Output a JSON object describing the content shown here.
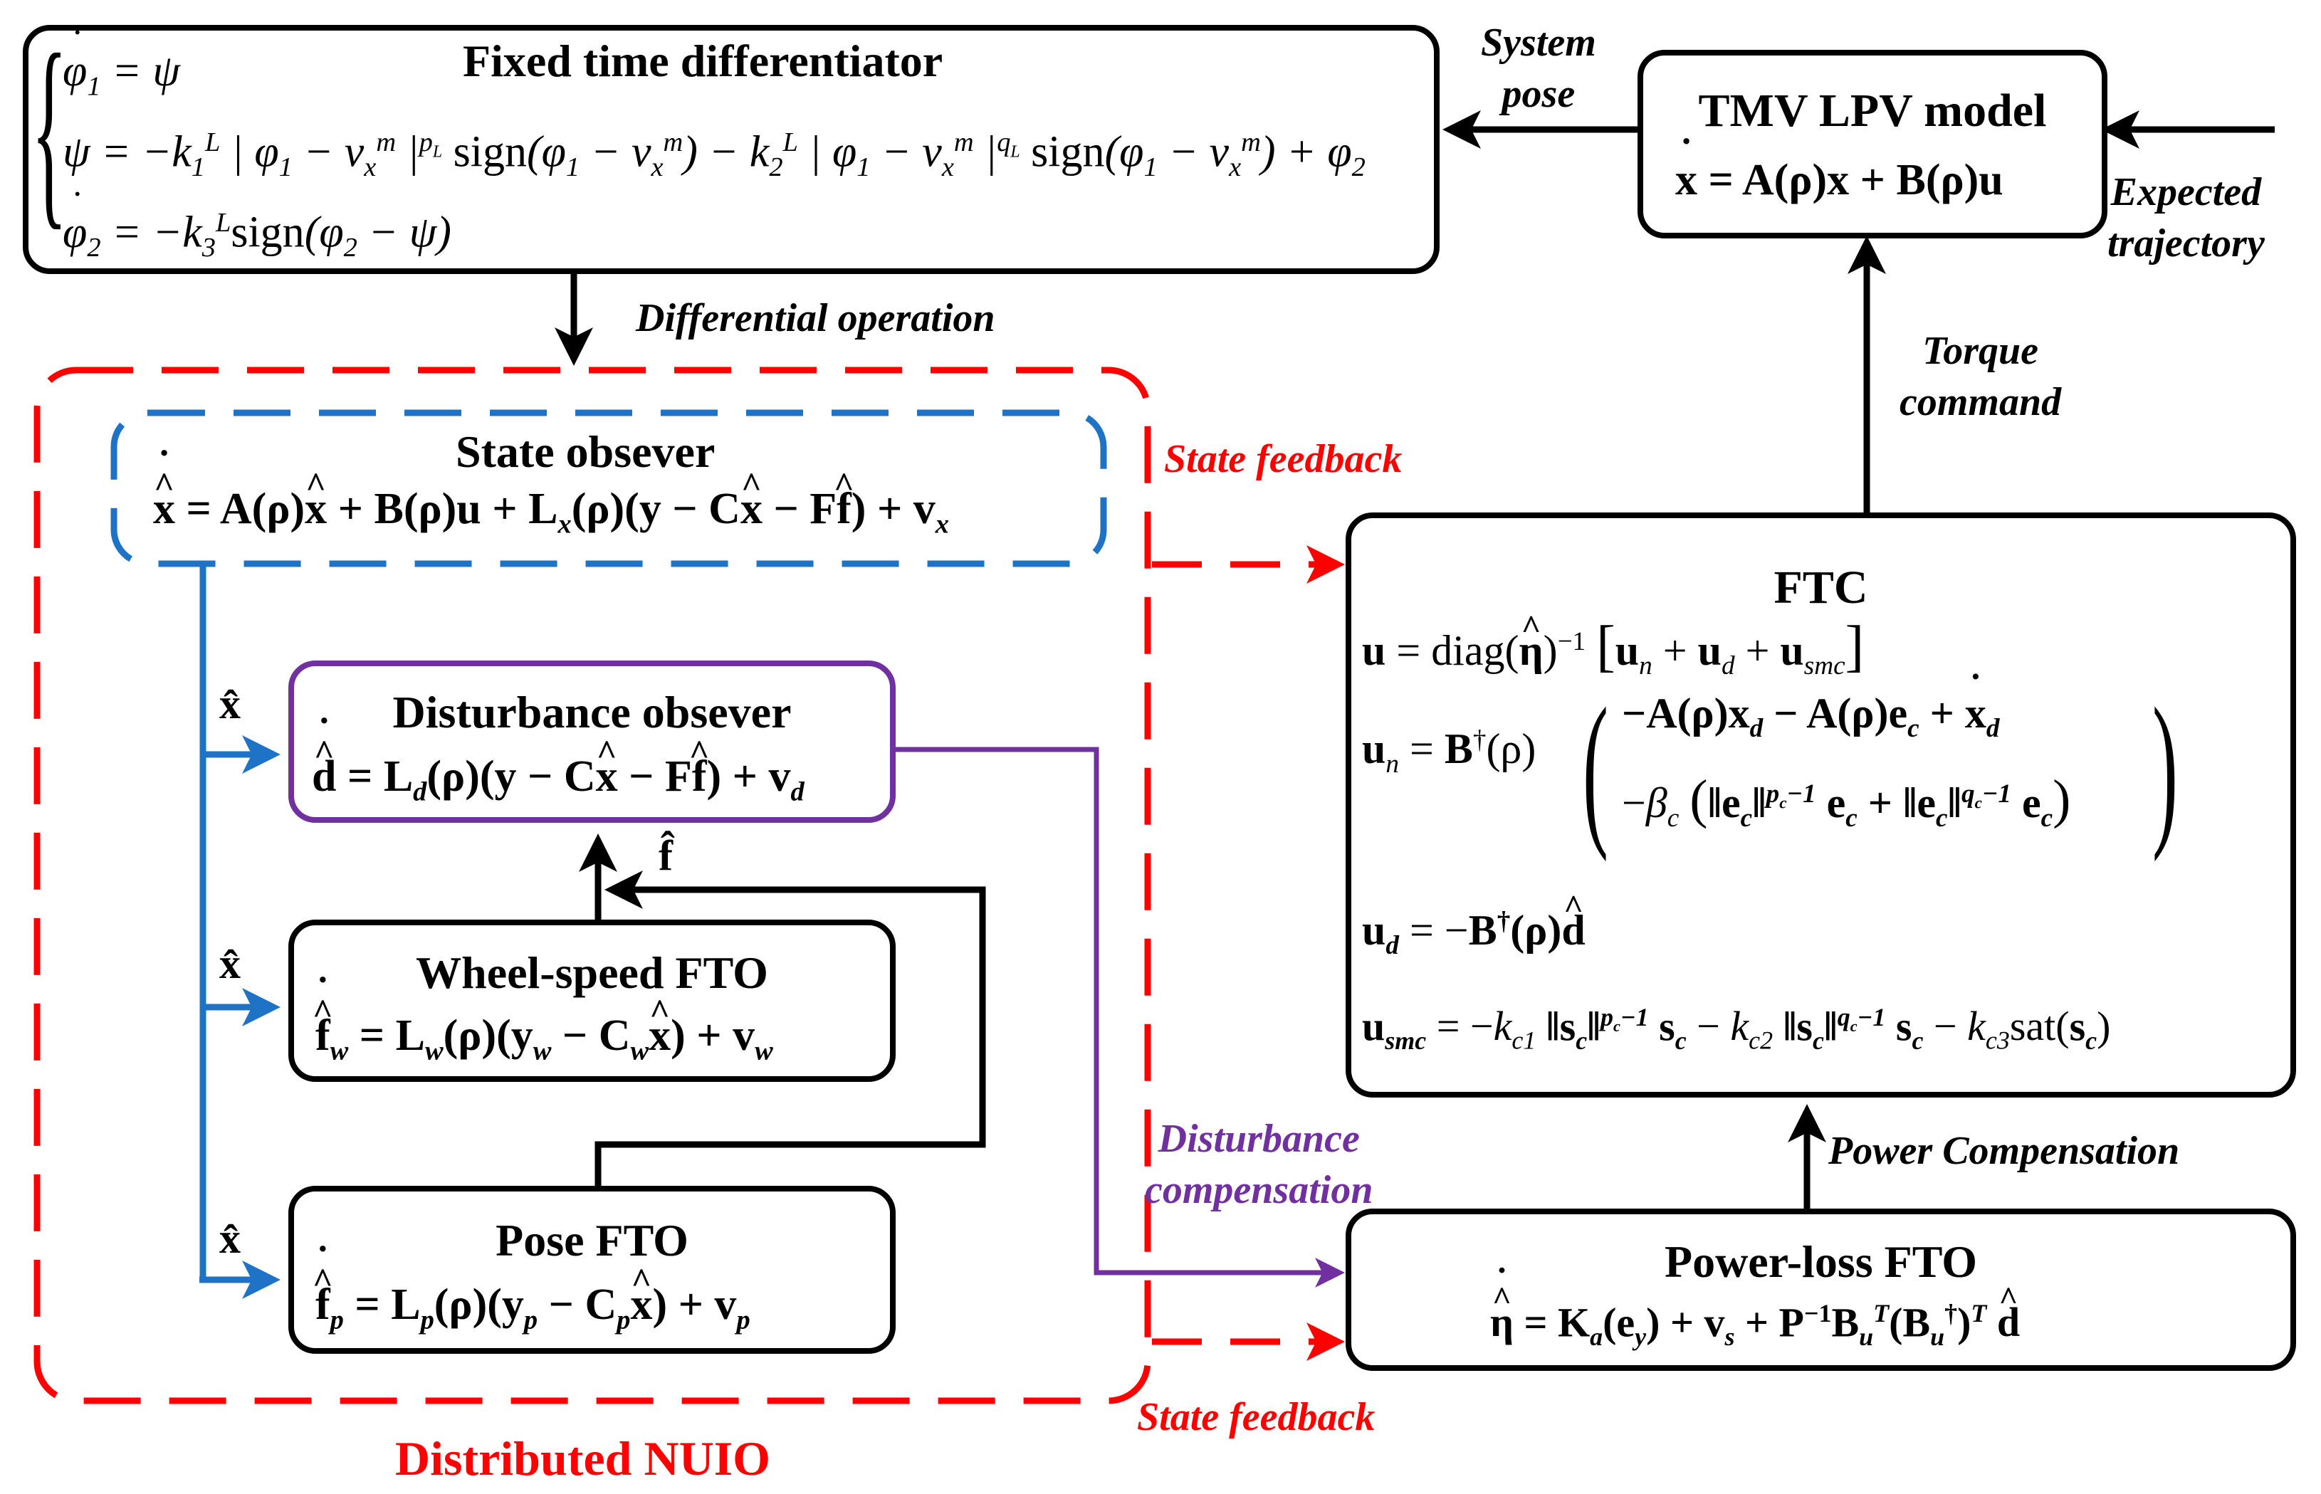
{
  "colors": {
    "black": "#000000",
    "red": "#ff0000",
    "blue": "#1f73c6",
    "purple": "#7030a0"
  },
  "differentiator": {
    "title": "Fixed time differentiator",
    "eq1": "φ̇₁ = ψ",
    "eq2": "ψ = −k₁ᴸ |φ₁ − vₓᵐ|^pL sign(φ₁ − vₓᵐ) − k₂ᴸ |φ₁ − vₓᵐ|^qL sign(φ₁ − vₓᵐ) + φ₂",
    "eq3": "φ̇₂ = −k₃ᴸ sign(φ₂ − ψ)"
  },
  "lpv_model": {
    "title": "TMV LPV model",
    "equation": "ẋ = A(ρ)x + B(ρ)u"
  },
  "labels": {
    "system_pose": "System\npose",
    "expected_trajectory": "Expected\ntrajectory",
    "differential_operation": "Differential operation",
    "torque_command": "Torque\ncommand",
    "state_feedback_top": "State feedback",
    "state_feedback_bottom": "State feedback",
    "disturbance_compensation": "Disturbance\ncompensation",
    "power_compensation": "Power Compensation",
    "distributed_nuio": "Distributed NUIO",
    "xhat_1": "x̂",
    "xhat_2": "x̂",
    "xhat_3": "x̂",
    "fhat": "f̂"
  },
  "state_observer": {
    "title": "State obsever",
    "equation": "x̂̇ = A(ρ)x̂ + B(ρ)u + Lₓ(ρ)(y − Cx̂ − Ff̂) + vₓ"
  },
  "disturbance_observer": {
    "title": "Disturbance obsever",
    "equation": "d̂̇ = L_d(ρ)(y − Cx̂ − Ff̂) + v_d"
  },
  "wheel_speed_fto": {
    "title": "Wheel-speed FTO",
    "equation": "f̂̇_w = L_w(ρ)(y_w − C_w x̂) + v_w"
  },
  "pose_fto": {
    "title": "Pose FTO",
    "equation": "f̂̇_p = L_p(ρ)(y_p − C_p x̂) + v_p"
  },
  "ftc": {
    "title": "FTC",
    "eq_u": "u = diag(η̂)⁻¹ [uₙ + u_d + u_smc]",
    "eq_un": "uₙ = B†(ρ) ( −A(ρ)x_d − A(ρ)e_c + ẋ_d ; −β_c(‖e_c‖^(p_c−1) e_c + ‖e_c‖^(q_c−1) e_c) )",
    "eq_ud": "u_d = −B†(ρ)d̂",
    "eq_usmc": "u_smc = −k_c1 ‖s_c‖^(p_c−1) s_c − k_c2 ‖s_c‖^(q_c−1) s_c − k_c3 sat(s_c)"
  },
  "power_loss_fto": {
    "title": "Power-loss FTO",
    "equation": "η̂̇ = K_a(e_y) + v_s + P⁻¹B_uᵀ(B_u†)ᵀ d̂"
  }
}
